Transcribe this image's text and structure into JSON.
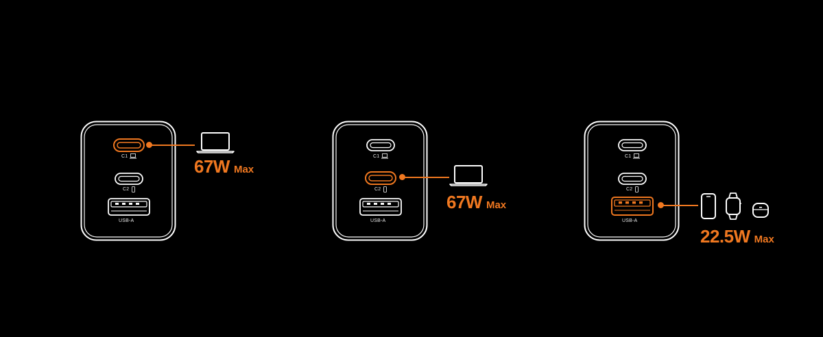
{
  "colors": {
    "background": "#000000",
    "accent": "#f07820",
    "outline": "#ffffff"
  },
  "port_labels": {
    "c1": "C1",
    "c2": "C2",
    "usba": "USB-A"
  },
  "panels": [
    {
      "active_port": "C1",
      "devices": [
        "laptop-icon"
      ],
      "power": "67W",
      "max_label": "Max"
    },
    {
      "active_port": "C2",
      "devices": [
        "laptop-icon"
      ],
      "power": "67W",
      "max_label": "Max"
    },
    {
      "active_port": "USB-A",
      "devices": [
        "phone-icon",
        "smartwatch-icon",
        "earbuds-case-icon"
      ],
      "power": "22.5W",
      "max_label": "Max"
    }
  ]
}
